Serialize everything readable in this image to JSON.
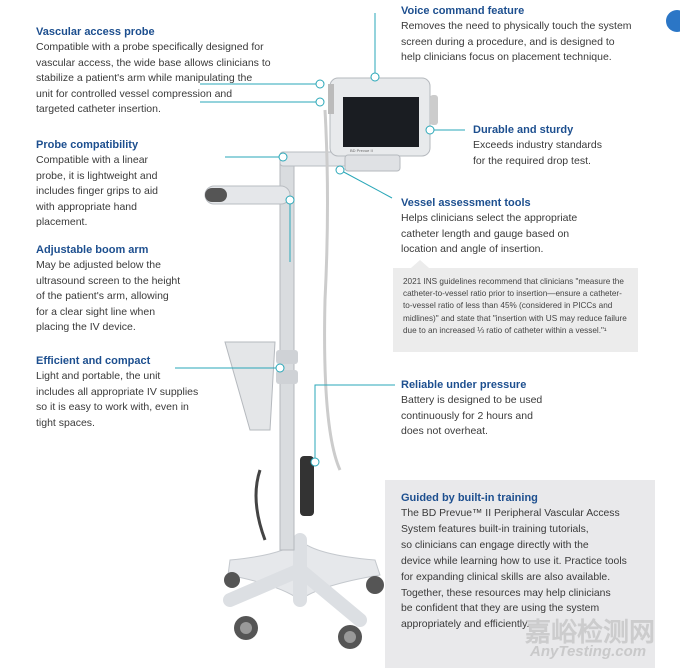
{
  "features_left": [
    {
      "title": "Vascular access probe",
      "body": "Compatible with a probe specifically designed for\nvascular access, the wide base allows clinicians to\nstabilize a patient's arm while manipulating the\nunit for controlled vessel compression and\ntargeted catheter insertion."
    },
    {
      "title": "Probe compatibility",
      "body": "Compatible with a linear\nprobe, it is lightweight and\nincludes finger grips to aid\nwith appropriate hand\nplacement."
    },
    {
      "title": "Adjustable boom arm",
      "body": "May be adjusted below the\nultrasound screen to the height\nof the patient's arm, allowing\nfor a clear sight line when\nplacing the IV device."
    },
    {
      "title": "Efficient and compact",
      "body": "Light and portable, the unit\nincludes all appropriate IV supplies\nso it is easy to work with, even in\ntight spaces."
    }
  ],
  "features_right": [
    {
      "title": "Voice command feature",
      "body": "Removes the need to physically touch the system\nscreen during a procedure, and is designed to\nhelp clinicians focus on placement technique."
    },
    {
      "title": "Durable and sturdy",
      "body": "Exceeds industry standards\nfor the required drop test."
    },
    {
      "title": "Vessel assessment tools",
      "body": "Helps clinicians select the appropriate\ncatheter length and gauge based on\nlocation and angle of insertion."
    },
    {
      "title": "Reliable under pressure",
      "body": "Battery is designed to be used\ncontinuously for 2 hours and\ndoes not overheat."
    }
  ],
  "note": "2021 INS guidelines recommend that clinicians \"measure the catheter-to-vessel ratio prior to insertion—ensure a catheter-to-vessel ratio of less than 45% (considered in PICCs and midlines)\" and state that \"insertion with US may reduce failure due to an increased ⅓ ratio of catheter within a vessel.\"¹",
  "training": {
    "title": "Guided by built-in training",
    "body": "The BD Prevue™ II Peripheral Vascular Access\nSystem features built-in training tutorials,\nso clinicians can engage directly with the\ndevice while learning how to use it. Practice tools\nfor expanding clinical skills are also available.\nTogether, these resources may help clinicians\nbe confident that they are using the system\nappropriately and efficiently."
  },
  "screen_label": "BD Prevue II",
  "watermark": {
    "cn": "嘉峪检测网",
    "en": "AnyTesting.com"
  },
  "colors": {
    "heading": "#1d4f8f",
    "callout": "#2aa7b8"
  }
}
